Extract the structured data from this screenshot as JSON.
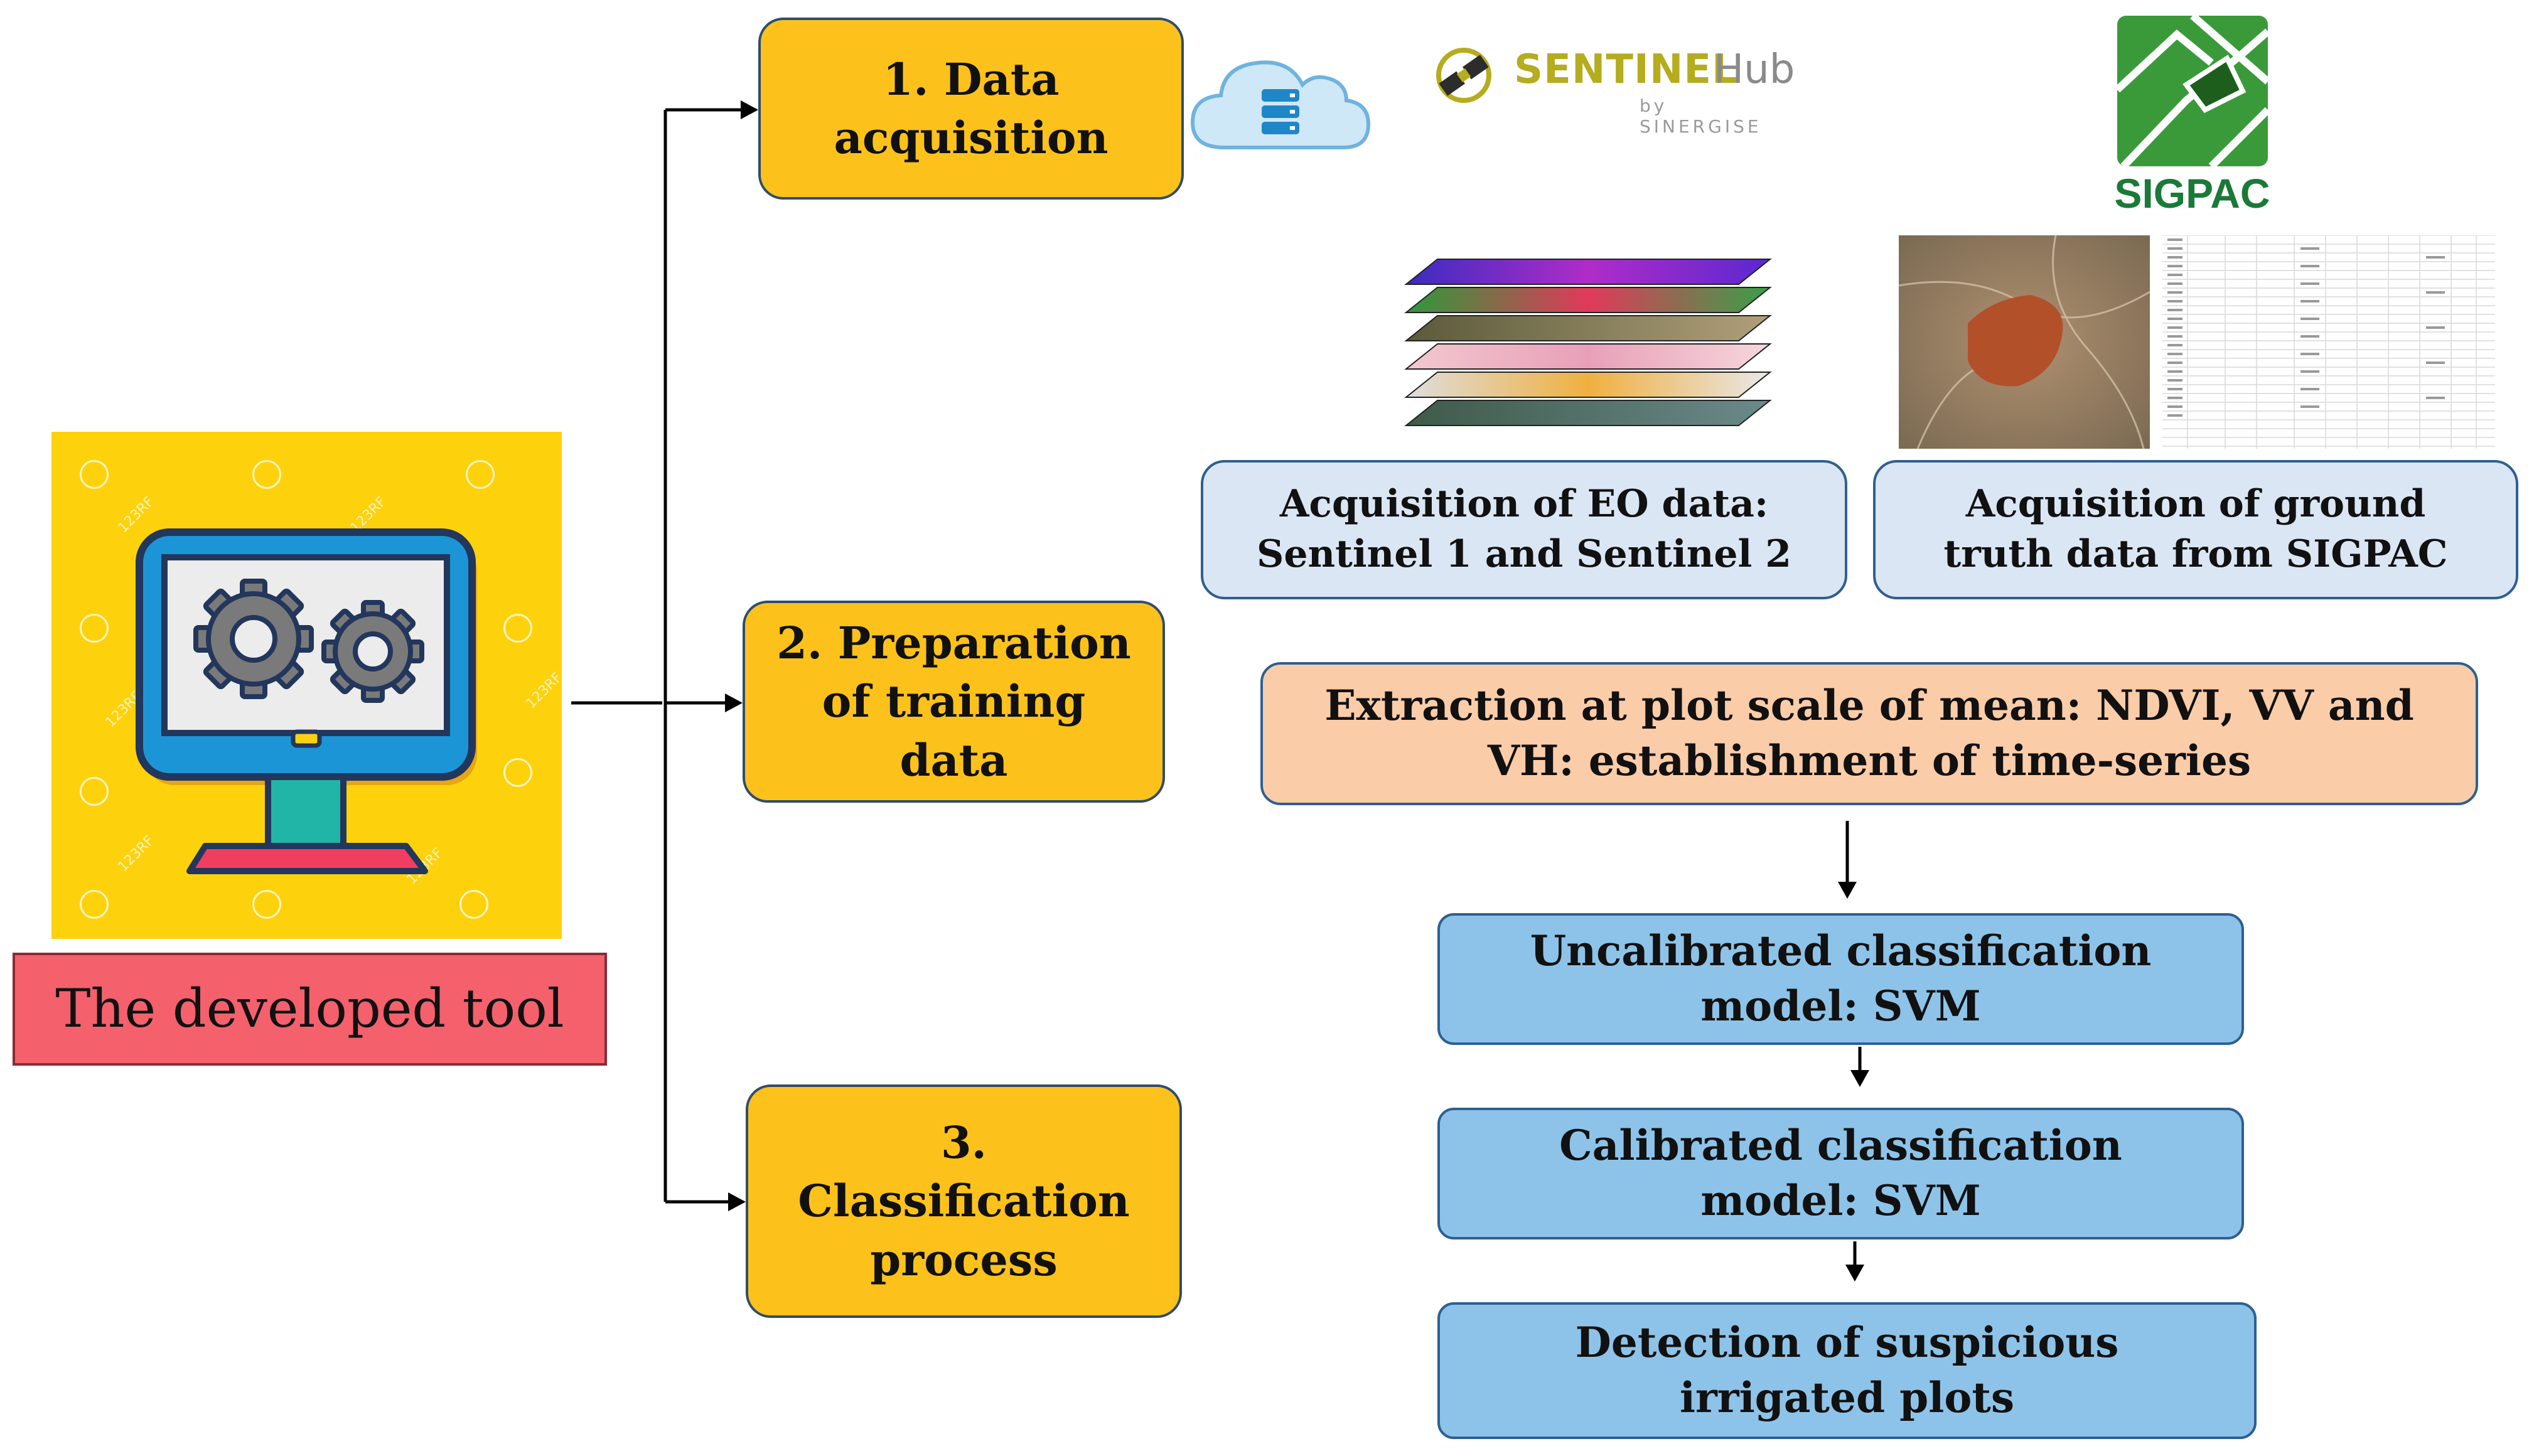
{
  "tool": {
    "label": "The developed  tool"
  },
  "steps": [
    {
      "label": "1. Data acquisition"
    },
    {
      "label": "2. Preparation of training data"
    },
    {
      "label": "3. Classification process"
    }
  ],
  "logos": {
    "sentinel_name": "SENTINEL",
    "sentinel_hub": "Hub",
    "sentinel_by": "by SINERGISE",
    "sigpac": "SIGPAC"
  },
  "acquisition": {
    "eo": "Acquisition of EO data: Sentinel 1 and Sentinel 2",
    "ground_truth": "Acquisition of ground truth data from SIGPAC"
  },
  "extraction": "Extraction at plot scale of mean: NDVI, VV and VH: establishment of time-series",
  "models": {
    "uncalibrated": "Uncalibrated classification model: SVM",
    "calibrated": "Calibrated classification model: SVM",
    "detection": "Detection of suspicious irrigated plots"
  },
  "watermark": "123RF",
  "colors": {
    "step_fill": "#fcc21b",
    "tool_label_fill": "#f4606c",
    "acquisition_fill": "#dbe6f4",
    "extraction_fill": "#fbcca8",
    "model_fill": "#8dc3e8",
    "sigpac_green": "#3a9a3a",
    "sentinel_olive": "#b5ac1e"
  }
}
